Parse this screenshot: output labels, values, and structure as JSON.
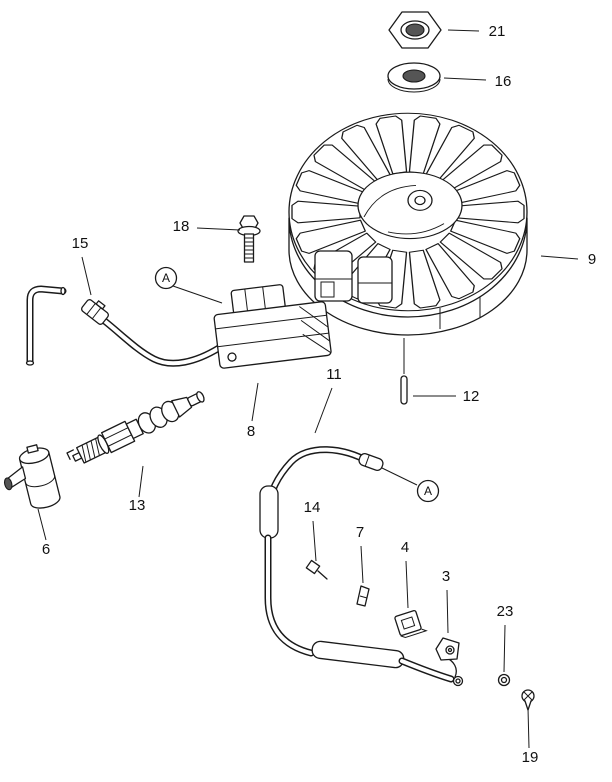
{
  "colors": {
    "line": "#1a1a1a",
    "background": "#ffffff",
    "hole_fill": "#555555"
  },
  "callouts": {
    "n21": "21",
    "n16": "16",
    "n9": "9",
    "n18": "18",
    "n15": "15",
    "n8": "8",
    "n12": "12",
    "n11": "11",
    "n13": "13",
    "n6": "6",
    "n14": "14",
    "n7": "7",
    "n4": "4",
    "n3": "3",
    "n23": "23",
    "n19": "19",
    "connector_a": "A"
  }
}
